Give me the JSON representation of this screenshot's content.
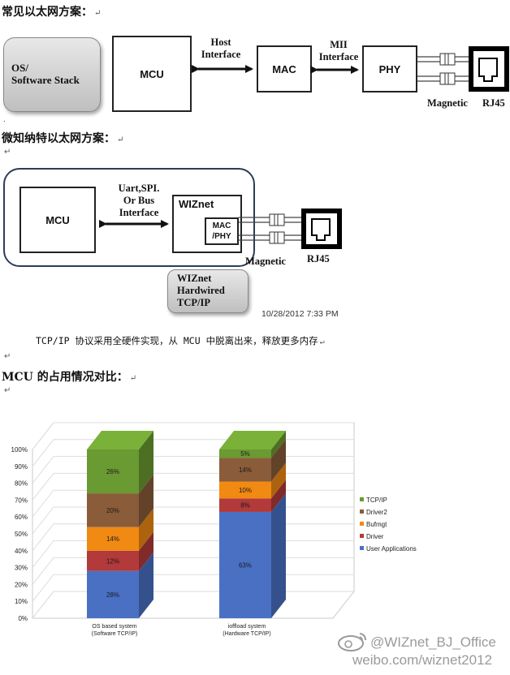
{
  "section1": {
    "heading": "常见以太网方案：",
    "mark": "↵"
  },
  "diagram1": {
    "os_line1": "OS/",
    "os_line2": "Software Stack",
    "mcu": "MCU",
    "host_if_line1": "Host",
    "host_if_line2": "Interface",
    "mac": "MAC",
    "mii_line1": "MII",
    "mii_line2": "Interface",
    "phy": "PHY",
    "magnetic": "Magnetic",
    "rj45": "RJ45"
  },
  "dot_mark": ".",
  "section2": {
    "heading": "微知纳特以太网方案：",
    "mark": "↵",
    "blank_mark": "↵"
  },
  "diagram2": {
    "mcu": "MCU",
    "uart_line1": "Uart,SPI.",
    "uart_line2": "Or Bus",
    "uart_line3": "Interface",
    "wiznet": "WIZnet",
    "macphy_line1": "MAC",
    "macphy_line2": "/PHY",
    "magnetic": "Magnetic",
    "rj45": "RJ45",
    "hw_line1": "WIZnet",
    "hw_line2": "Hardwired",
    "hw_line3": "TCP/IP",
    "timestamp": "10/28/2012 7:33 PM"
  },
  "paragraph": {
    "text": "TCP/IP 协议采用全硬件实现，从 MCU 中脱离出来，释放更多内存",
    "mark": "↵",
    "blank_mark": "↵"
  },
  "section3": {
    "heading": "MCU 的占用情况对比：",
    "mark": "↵",
    "blank_mark": "↵"
  },
  "chart_data": {
    "type": "bar",
    "stacked": true,
    "categories": [
      "OS based system\n(Software TCP/IP)",
      "ioffload system\n(Hardware TCP/IP)"
    ],
    "series": [
      {
        "name": "User Applications",
        "values": [
          28,
          63
        ],
        "labels": [
          "28%",
          "63%"
        ],
        "color": "#4a70c4"
      },
      {
        "name": "Driver",
        "values": [
          12,
          8
        ],
        "labels": [
          "12%",
          "8%"
        ],
        "color": "#b23a3a"
      },
      {
        "name": "Bufmgt",
        "values": [
          14,
          10
        ],
        "labels": [
          "14%",
          "10%"
        ],
        "color": "#f08a12"
      },
      {
        "name": "Driver2",
        "values": [
          20,
          14
        ],
        "labels": [
          "20%",
          "14%"
        ],
        "color": "#8a5c3a"
      },
      {
        "name": "TCP/IP",
        "values": [
          26,
          5
        ],
        "labels": [
          "26%",
          "5%"
        ],
        "color": "#6a9a32"
      }
    ],
    "yticks": [
      "0%",
      "10%",
      "20%",
      "30%",
      "40%",
      "50%",
      "60%",
      "70%",
      "80%",
      "90%",
      "100%"
    ],
    "ylim": [
      0,
      100
    ],
    "legend_order": [
      "TCP/IP",
      "Driver2",
      "Bufmgt",
      "Driver",
      "User Applications"
    ],
    "legend_position": "right",
    "grid": true
  },
  "watermark": {
    "line1": "@WIZnet_BJ_Office",
    "line2": "weibo.com/wiznet2012"
  }
}
